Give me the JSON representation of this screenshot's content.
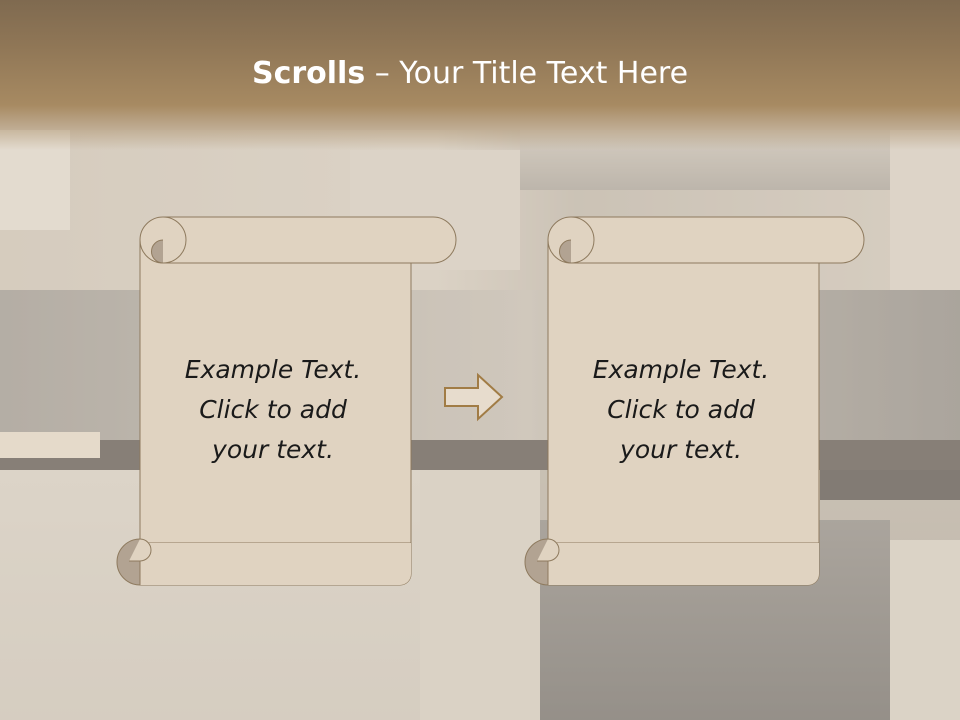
{
  "slide": {
    "title_bold": "Scrolls",
    "title_separator": " – ",
    "title_rest": "Your Title Text Here"
  },
  "scrolls": [
    {
      "line1": "Example  Text.",
      "line2": "Click  to add",
      "line3": "your text."
    },
    {
      "line1": "Example  Text.",
      "line2": "Click  to add",
      "line3": "your text."
    }
  ],
  "colors": {
    "scroll_fill": "#e0d3c1",
    "scroll_curl": "#b2a392",
    "scroll_stroke": "#8e7a5e",
    "arrow_stroke": "#a17c45",
    "title_text": "#ffffff"
  },
  "icons": {
    "arrow": "right-arrow-icon"
  }
}
